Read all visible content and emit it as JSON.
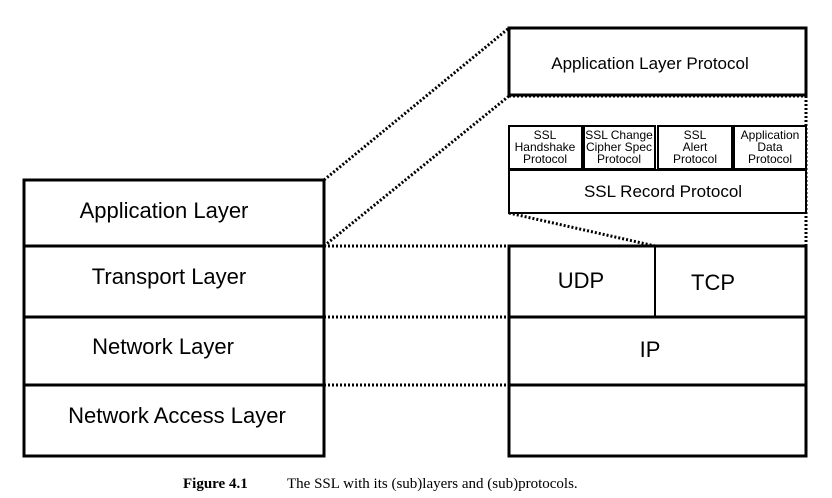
{
  "left_stack": {
    "application_layer": "Application Layer",
    "transport_layer": "Transport Layer",
    "network_layer": "Network Layer",
    "network_access_layer": "Network Access Layer"
  },
  "right_stack": {
    "application_layer_protocol": "Application Layer Protocol",
    "ssl_subprotocols": {
      "handshake": [
        "SSL",
        "Handshake",
        "Protocol"
      ],
      "change_cipher_spec": [
        "SSL Change",
        "Cipher Spec",
        "Protocol"
      ],
      "alert": [
        "SSL",
        "Alert",
        "Protocol"
      ],
      "application_data": [
        "Application",
        "Data",
        "Protocol"
      ]
    },
    "ssl_record_protocol": "SSL Record Protocol",
    "udp": "UDP",
    "tcp": "TCP",
    "ip": "IP"
  },
  "caption": {
    "label": "Figure 4.1",
    "text": "The SSL with its (sub)layers and (sub)protocols."
  }
}
